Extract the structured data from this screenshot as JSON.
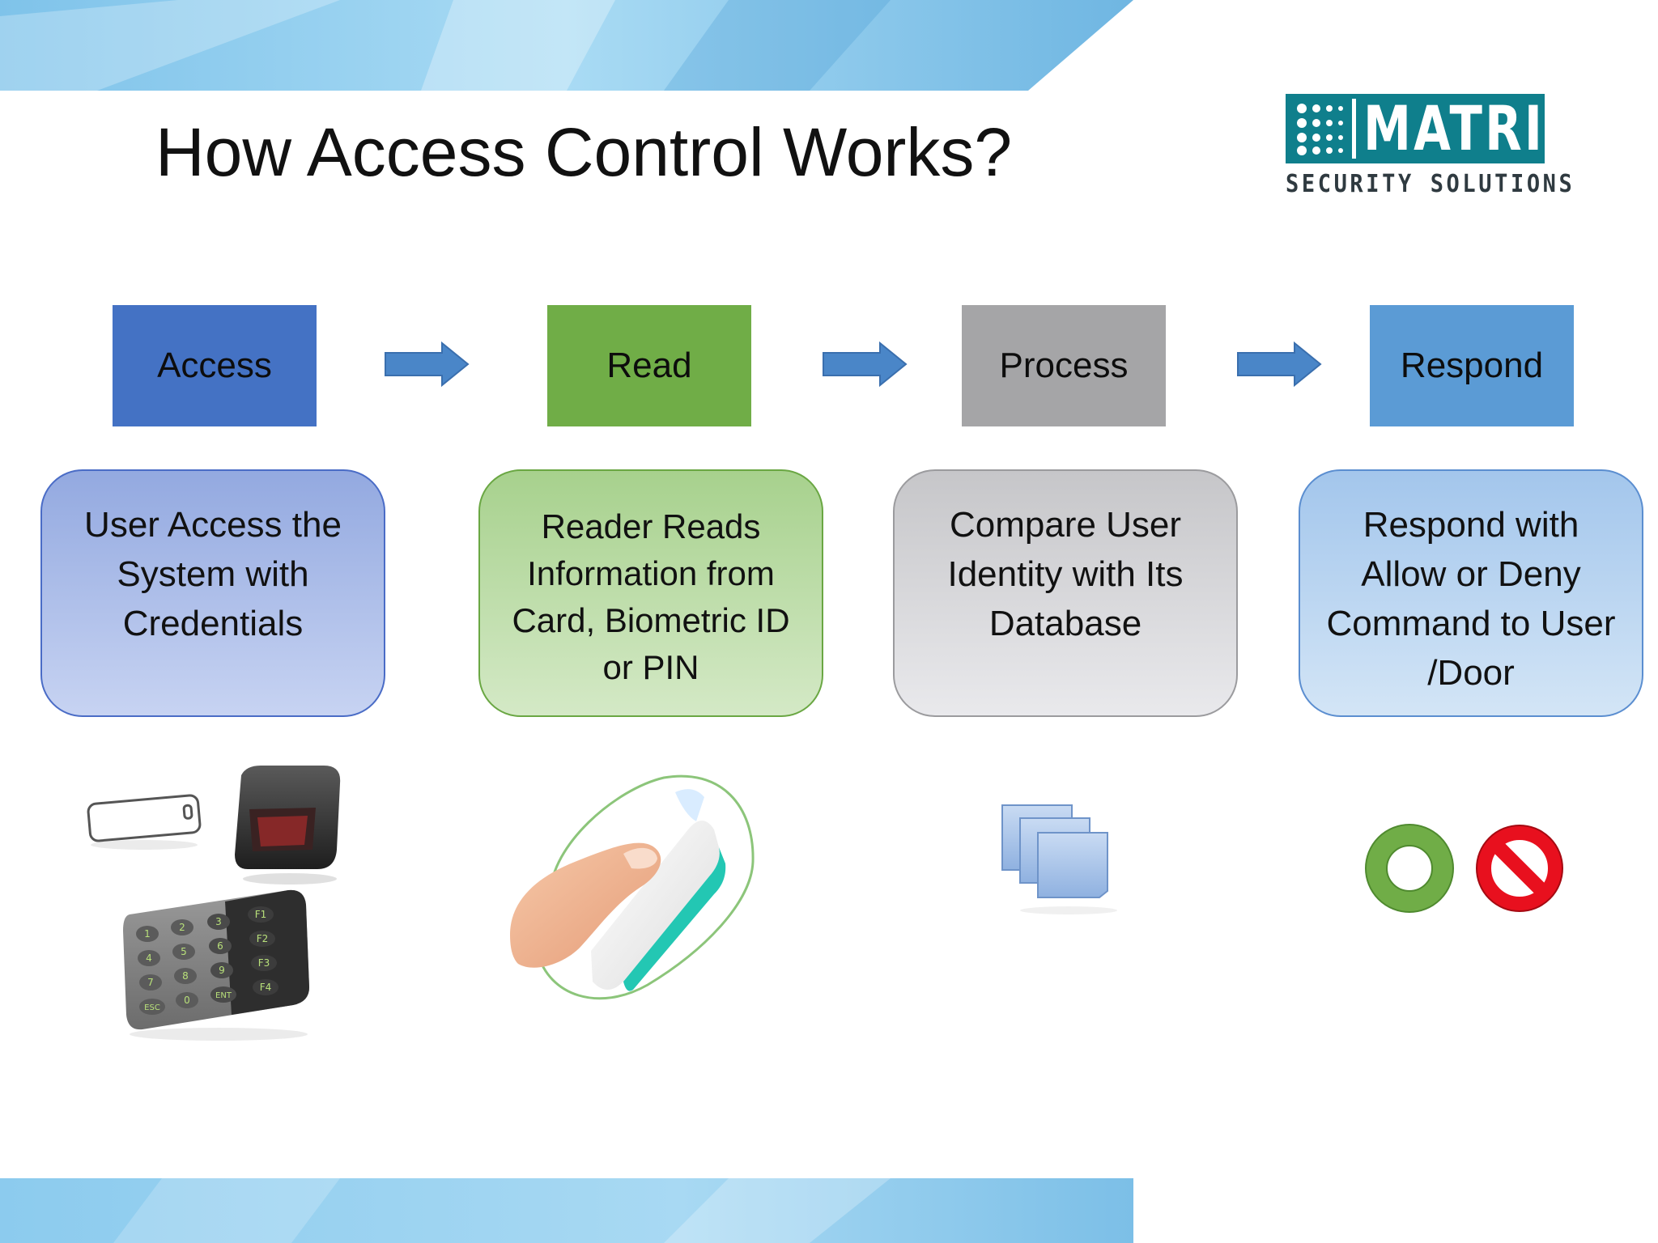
{
  "slide": {
    "title": "How Access Control Works?"
  },
  "logo": {
    "wordmark": "MATRIX",
    "tagline": "SECURITY SOLUTIONS"
  },
  "steps": [
    {
      "label": "Access",
      "color": "#4472c4",
      "description": "User Access the System with Credentials"
    },
    {
      "label": "Read",
      "color": "#70ad47",
      "description": "Reader Reads Information from Card, Biometric ID or PIN"
    },
    {
      "label": "Process",
      "color": "#a5a5a7",
      "description": "Compare User Identity with Its Database"
    },
    {
      "label": "Respond",
      "color": "#5b9bd5",
      "description": "Respond with Allow or Deny Command to User /Door"
    }
  ],
  "keypad": {
    "keys": [
      "1",
      "2",
      "3",
      "F1",
      "4",
      "5",
      "6",
      "F2",
      "7",
      "8",
      "9",
      "F3",
      "ESC",
      "0",
      "ENT",
      "F4"
    ]
  },
  "colors": {
    "arrow": "#4a86c8",
    "allow": "#70ad47",
    "deny": "#e8101e",
    "brand": "#0f7f8c"
  },
  "icons": [
    "rfid-card-icon",
    "card-reader-icon",
    "keypad-icon",
    "fingerprint-reader-icon",
    "database-icon",
    "allow-icon",
    "deny-icon"
  ]
}
